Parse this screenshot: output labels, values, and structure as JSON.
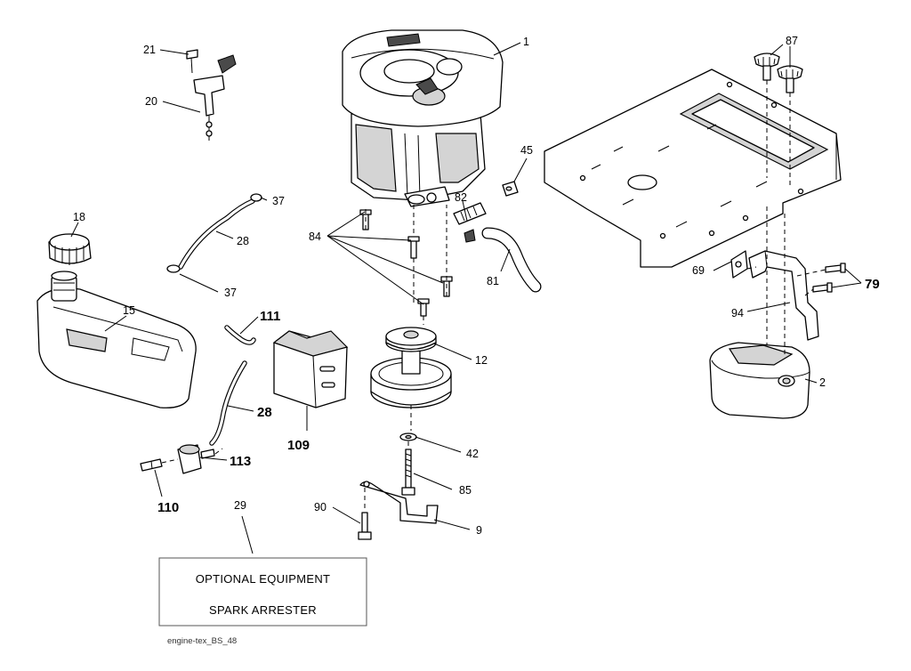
{
  "labels": {
    "l1": "1",
    "l2": "2",
    "l9": "9",
    "l12": "12",
    "l15": "15",
    "l18": "18",
    "l20": "20",
    "l21": "21",
    "l28a": "28",
    "l28b": "28",
    "l29": "29",
    "l37a": "37",
    "l37b": "37",
    "l42": "42",
    "l45": "45",
    "l69": "69",
    "l79": "79",
    "l81": "81",
    "l82": "82",
    "l84": "84",
    "l85": "85",
    "l87": "87",
    "l90": "90",
    "l94": "94",
    "l109": "109",
    "l110": "110",
    "l111": "111",
    "l113": "113"
  },
  "optional_box": {
    "line1": "OPTIONAL EQUIPMENT",
    "line2": "SPARK ARRESTER"
  },
  "caption": "engine-tex_BS_48"
}
